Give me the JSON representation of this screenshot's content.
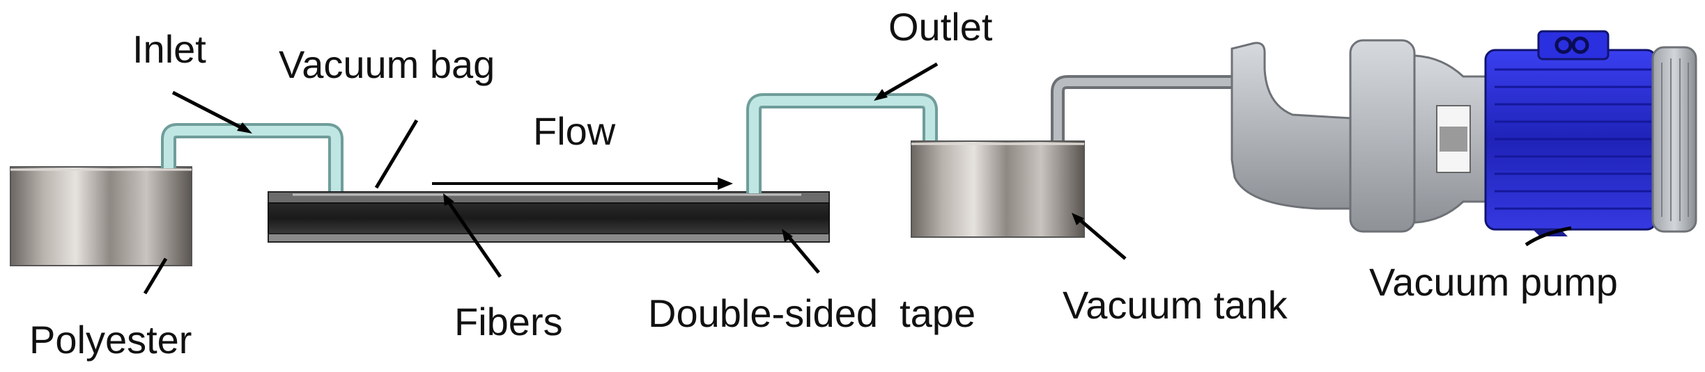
{
  "labels": {
    "inlet": "Inlet",
    "vacuum_bag": "Vacuum bag",
    "flow": "Flow",
    "outlet": "Outlet",
    "polyester": "Polyester",
    "fibers": "Fibers",
    "double_sided_tape": "Double-sided  tape",
    "vacuum_tank": "Vacuum tank",
    "vacuum_pump": "Vacuum pump"
  },
  "colors": {
    "tube_fill": "#bfe6e2",
    "tube_edge": "#6f9d9a",
    "metal_pipe": "#a4a9ad",
    "mold_dark": "#1f1f1f",
    "mold_mid": "#555555",
    "pump_housing": "#b8bcc2",
    "motor_blue": "#2b2fd0"
  }
}
